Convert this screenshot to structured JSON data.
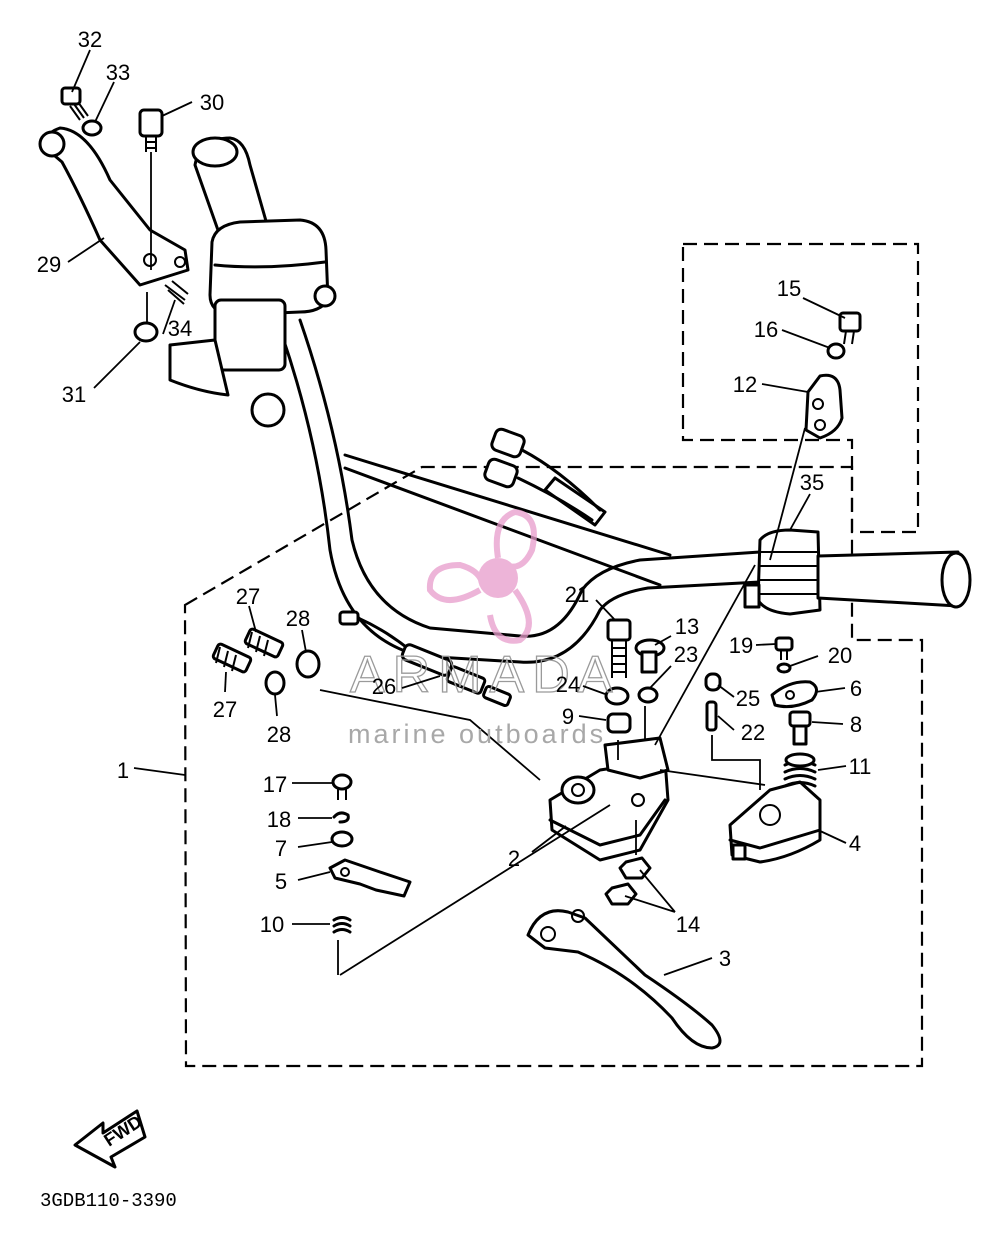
{
  "diagram_code": "3GDB110-3390",
  "watermark": {
    "brand": "ARMADA",
    "tagline": "marine outboards",
    "logo_color": "#e79ccb"
  },
  "fwd_label": "FWD",
  "callouts": [
    "1",
    "2",
    "3",
    "4",
    "5",
    "6",
    "7",
    "8",
    "9",
    "10",
    "11",
    "12",
    "13",
    "14",
    "15",
    "16",
    "17",
    "18",
    "19",
    "20",
    "21",
    "22",
    "23",
    "24",
    "25",
    "26",
    "27",
    "27",
    "28",
    "28",
    "29",
    "30",
    "31",
    "32",
    "33",
    "34",
    "35"
  ]
}
